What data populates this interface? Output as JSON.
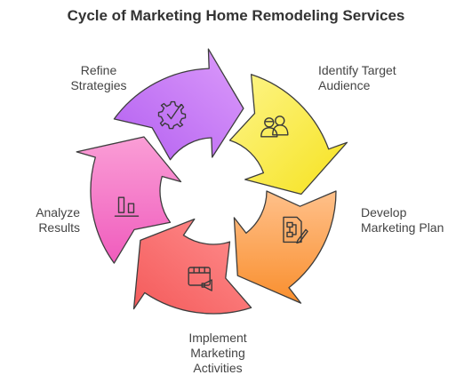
{
  "title": "Cycle of Marketing Home Remodeling Services",
  "steps": [
    {
      "lines": [
        "Identify Target",
        "Audience"
      ],
      "color": "#f7ec3c",
      "icon": "people-icon"
    },
    {
      "lines": [
        "Develop",
        "Marketing Plan"
      ],
      "color": "#fb9d45",
      "icon": "flowchart-document-icon"
    },
    {
      "lines": [
        "Implement",
        "Marketing",
        "Activities"
      ],
      "color": "#f86b6b",
      "icon": "megaphone-screen-icon"
    },
    {
      "lines": [
        "Analyze",
        "Results"
      ],
      "color": "#f575c6",
      "icon": "bar-chart-icon"
    },
    {
      "lines": [
        "Refine",
        "Strategies"
      ],
      "color": "#c77bf4",
      "icon": "gear-check-icon"
    }
  ]
}
